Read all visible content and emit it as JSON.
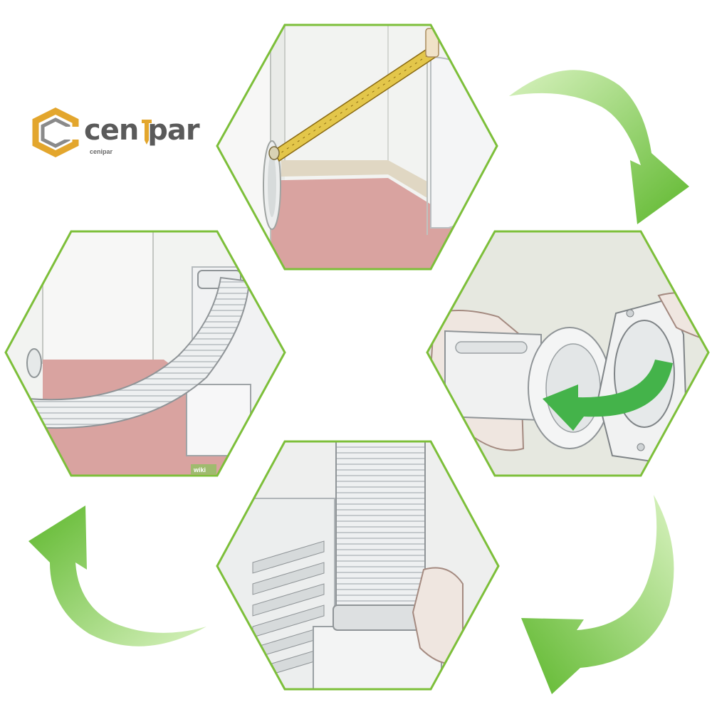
{
  "logo": {
    "wordmark": "cen par",
    "subtext": "cenipar"
  },
  "watermarks": {
    "step_left": "wiki"
  },
  "colors": {
    "hex_border": "#7dbf3a",
    "arrow_light": "#bfe89a",
    "arrow_dark": "#5fb82e",
    "logo_gold": "#e3a62d",
    "logo_gray": "#5a5a5a",
    "floor": "#d9a3a0",
    "wall": "#f4f4f2",
    "room_bg": "#e6e8e0"
  },
  "icons": [
    "cycle-arrow-icon",
    "tape-measure-icon",
    "duct-hose-icon",
    "vent-flange-icon",
    "hand-icon",
    "hex-logo-icon"
  ]
}
